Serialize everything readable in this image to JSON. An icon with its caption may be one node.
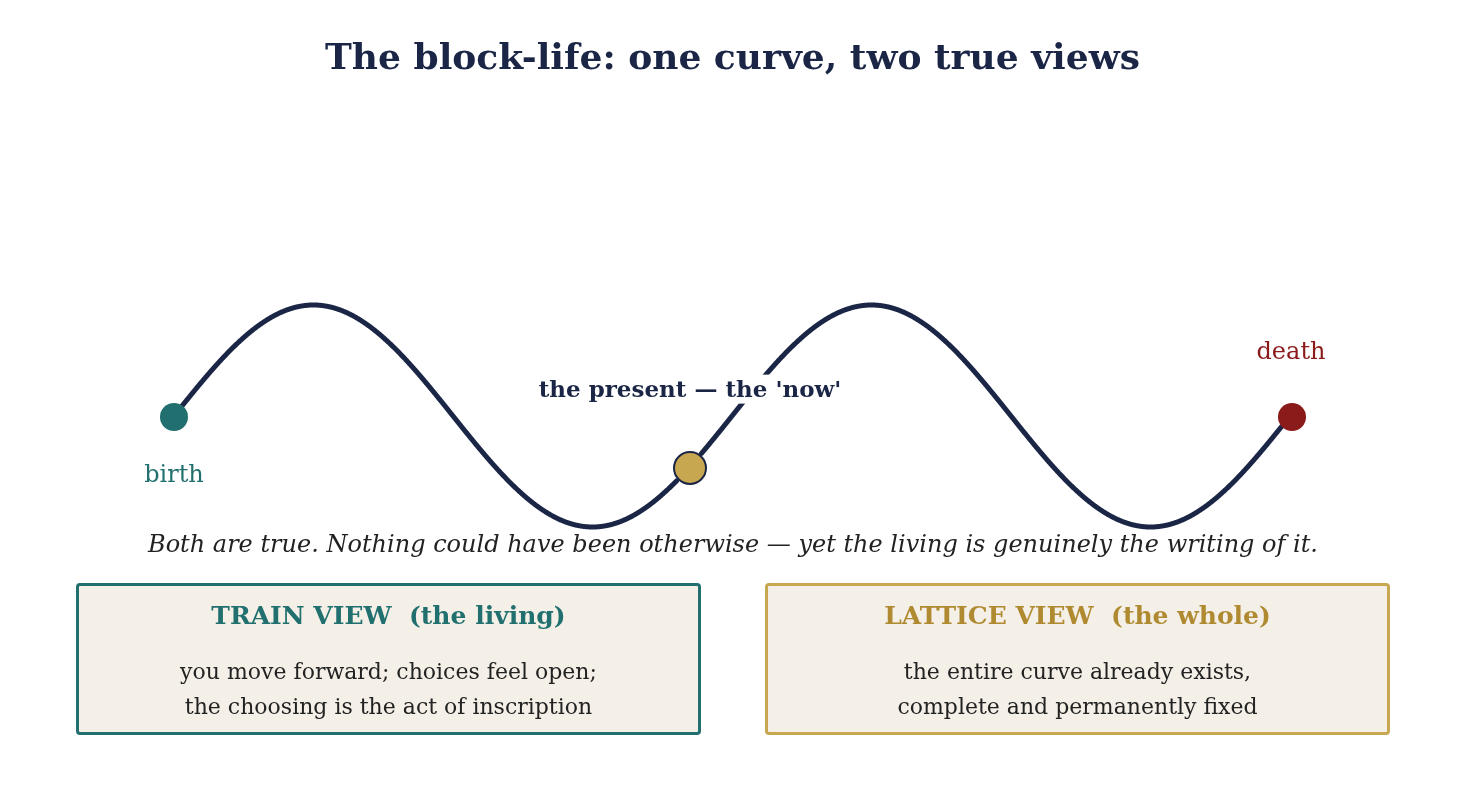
{
  "diagram": {
    "title": "The block-life: one curve, two true views",
    "nodes": [
      {
        "text": [],
        "shape": "circle",
        "beside": [
          "birth"
        ]
      },
      {
        "text": [],
        "shape": "circle",
        "beside": [
          "the present — the 'now'"
        ]
      },
      {
        "text": [],
        "shape": "circle",
        "beside": [
          "death"
        ]
      },
      {
        "text": [
          "TRAIN VIEW  (the living)",
          "you move forward; choices feel open; the choosing is the act of inscription"
        ]
      },
      {
        "text": [
          "LATTICE VIEW  (the whole)",
          "the entire curve already exists, complete and permanently fixed"
        ]
      }
    ],
    "edges": [
      {
        "from": 0,
        "to": 1,
        "arrow": "none"
      },
      {
        "from": 1,
        "to": 2,
        "arrow": "none"
      }
    ],
    "labels": [
      "Both are true. Nothing could have been otherwise — yet the living is genuinely the writing of it."
    ]
  }
}
